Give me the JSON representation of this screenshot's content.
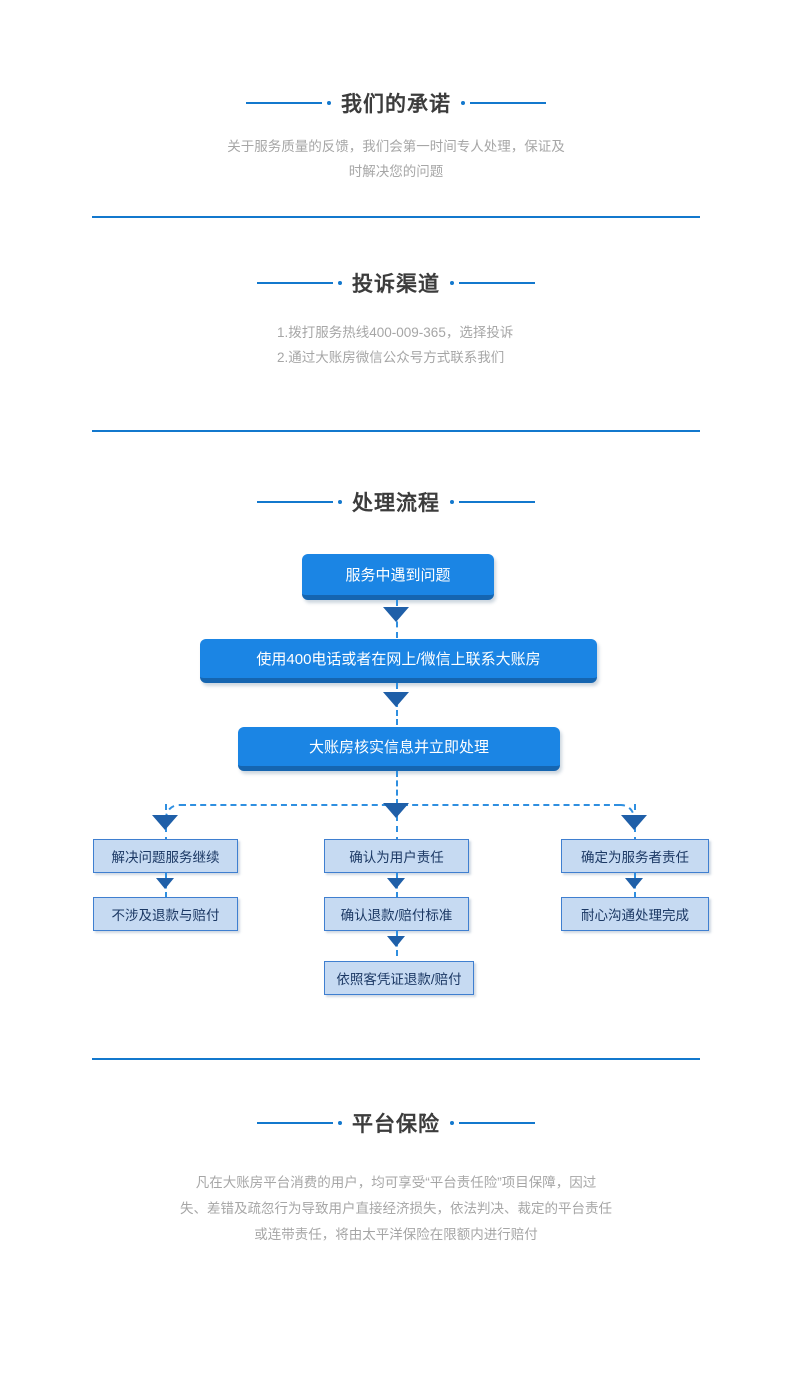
{
  "theme": {
    "accent": "#1378cd",
    "box_primary_fill": "#1b85e4",
    "box_primary_shadow": "#1565b0",
    "box_sub_fill": "#c6daf2",
    "box_sub_border": "#3f7fd0",
    "arrow_color": "#1f5fa8",
    "body_text": "#a6a6a6",
    "heading_text": "#3c3c3c"
  },
  "sections": {
    "promise": {
      "title": "我们的承诺",
      "body_line1": "关于服务质量的反馈，我们会第一时间专人处理，保证及",
      "body_line2": "时解决您的问题"
    },
    "complaint": {
      "title": "投诉渠道",
      "item1": "1.拨打服务热线400-009-365，选择投诉",
      "item2": "2.通过大账房微信公众号方式联系我们"
    },
    "process": {
      "title": "处理流程"
    },
    "insurance": {
      "title": "平台保险",
      "body_line1": "凡在大账房平台消费的用户，均可享受“平台责任险”项目保障，因过",
      "body_line2": "失、差错及疏忽行为导致用户直接经济损失，依法判决、裁定的平台责任",
      "body_line3": "或连带责任，将由太平洋保险在限额内进行赔付"
    }
  },
  "flow": {
    "step1": "服务中遇到问题",
    "step2": "使用400电话或者在网上/微信上联系大账房",
    "step3": "大账房核实信息并立即处理",
    "branch_left": {
      "node1": "解决问题服务继续",
      "node2": "不涉及退款与赔付"
    },
    "branch_center": {
      "node1": "确认为用户责任",
      "node2": "确认退款/赔付标准",
      "node3": "依照客凭证退款/赔付"
    },
    "branch_right": {
      "node1": "确定为服务者责任",
      "node2": "耐心沟通处理完成"
    }
  }
}
